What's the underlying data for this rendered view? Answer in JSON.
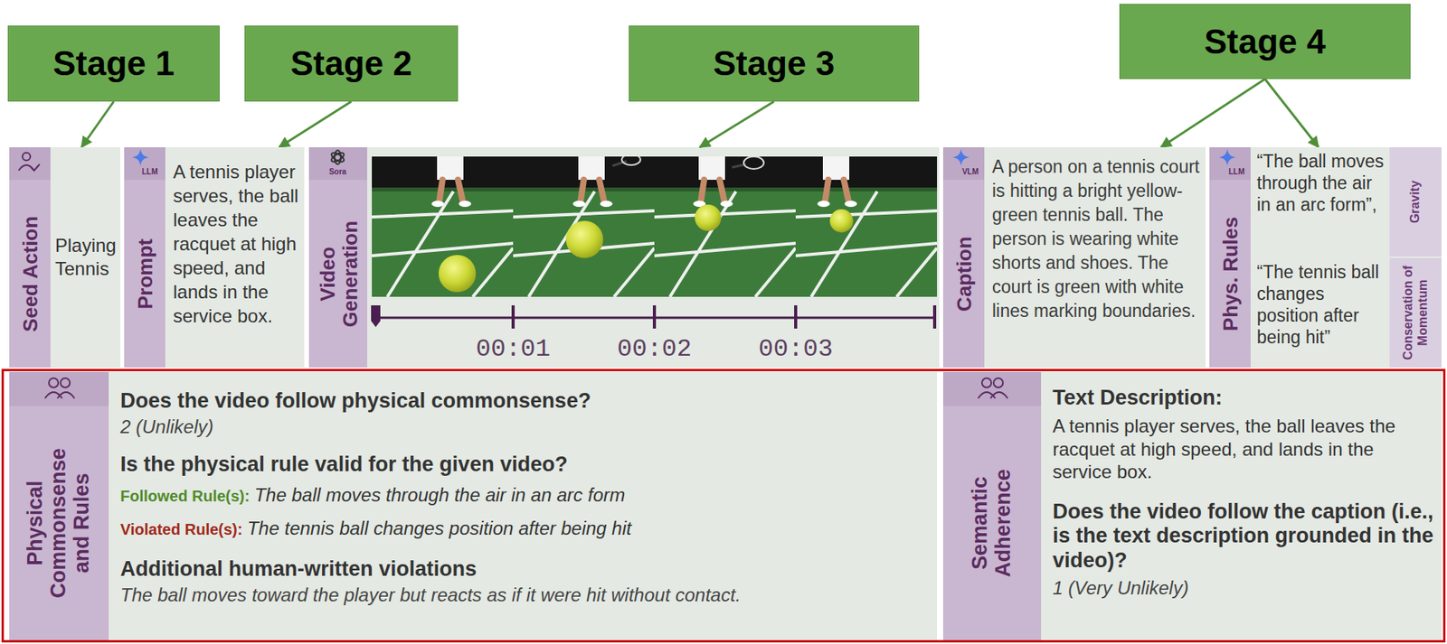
{
  "diagram": {
    "nodes": [
      {
        "text": [
          "Stage 1"
        ]
      },
      {
        "text": [
          "Stage 2"
        ]
      },
      {
        "text": [
          "Stage 3"
        ]
      },
      {
        "text": [
          "Stage 4"
        ]
      },
      {
        "text": [
          "Seed Action",
          "Playing Tennis"
        ]
      },
      {
        "text": [
          "Prompt",
          "A tennis player serves, the ball leaves the racquet at high speed, and lands in the service box."
        ]
      },
      {
        "text": [
          "Video Generation"
        ]
      },
      {
        "text": [
          "Caption",
          "A person on a tennis court is hitting a bright yellow-green tennis ball. The person is wearing white shorts and shoes. The court is green with white lines marking boundaries."
        ]
      },
      {
        "text": [
          "Phys. Rules"
        ]
      },
      {
        "text": [
          "“The ball moves through the air in an arc form”,",
          "Gravity"
        ],
        "in": 8
      },
      {
        "text": [
          "“The tennis ball changes position after being hit”",
          "Conservation of Momentum"
        ],
        "in": 8
      },
      {
        "text": []
      },
      {
        "text": [
          "Physical Commonsense and Rules",
          "Does the video follow physical commonsense?",
          "2 (Unlikely)",
          "Is the physical rule valid for the given video?",
          "Followed Rule(s):",
          "The ball moves through the air in an arc form",
          "Violated Rule(s):",
          "The tennis ball changes position after being hit",
          "Additional human-written violations",
          "The ball moves toward the player but reacts as if it were hit without contact."
        ],
        "in": 11
      },
      {
        "text": [
          "Semantic Adherence",
          "Text Description:",
          "A tennis player serves, the ball leaves the racquet at high speed, and lands in the service box.",
          "Does the video follow the caption (i.e., is the text description grounded in the video)?",
          "1 (Very Unlikely)"
        ],
        "in": 11
      }
    ],
    "edges": [
      {
        "from": 0,
        "to": 4,
        "arrow": "to"
      },
      {
        "from": 1,
        "to": 5,
        "arrow": "to"
      },
      {
        "from": 2,
        "to": 6,
        "arrow": "to"
      },
      {
        "from": 3,
        "to": 7,
        "arrow": "to"
      },
      {
        "from": 3,
        "to": 8,
        "arrow": "to"
      }
    ],
    "labels": [
      "LLM",
      "Sora",
      "VLM",
      "LLM",
      "00:01",
      "00:02",
      "00:03"
    ]
  }
}
